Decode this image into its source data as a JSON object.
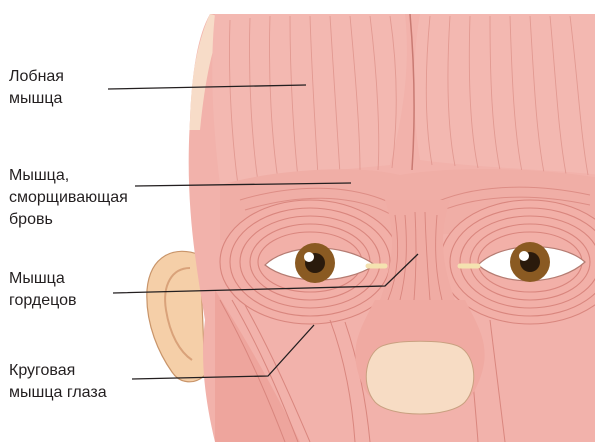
{
  "labels": {
    "frontalis": [
      "Лобная",
      "мышца"
    ],
    "corrugator": [
      "Мышца,",
      "сморщивающая",
      "бровь"
    ],
    "procerus": [
      "Мышца",
      "гордецов"
    ],
    "orbicularis": [
      "Круговая",
      "мышца глаза"
    ]
  },
  "colors": {
    "muscle": "#f2b2ab",
    "muscle_light": "#f7cdc7",
    "muscle_line": "#d9867e",
    "bone": "#f7dcc8",
    "iris": "#8a5a22",
    "sclera": "#ffffff",
    "leader": "#231f20"
  }
}
